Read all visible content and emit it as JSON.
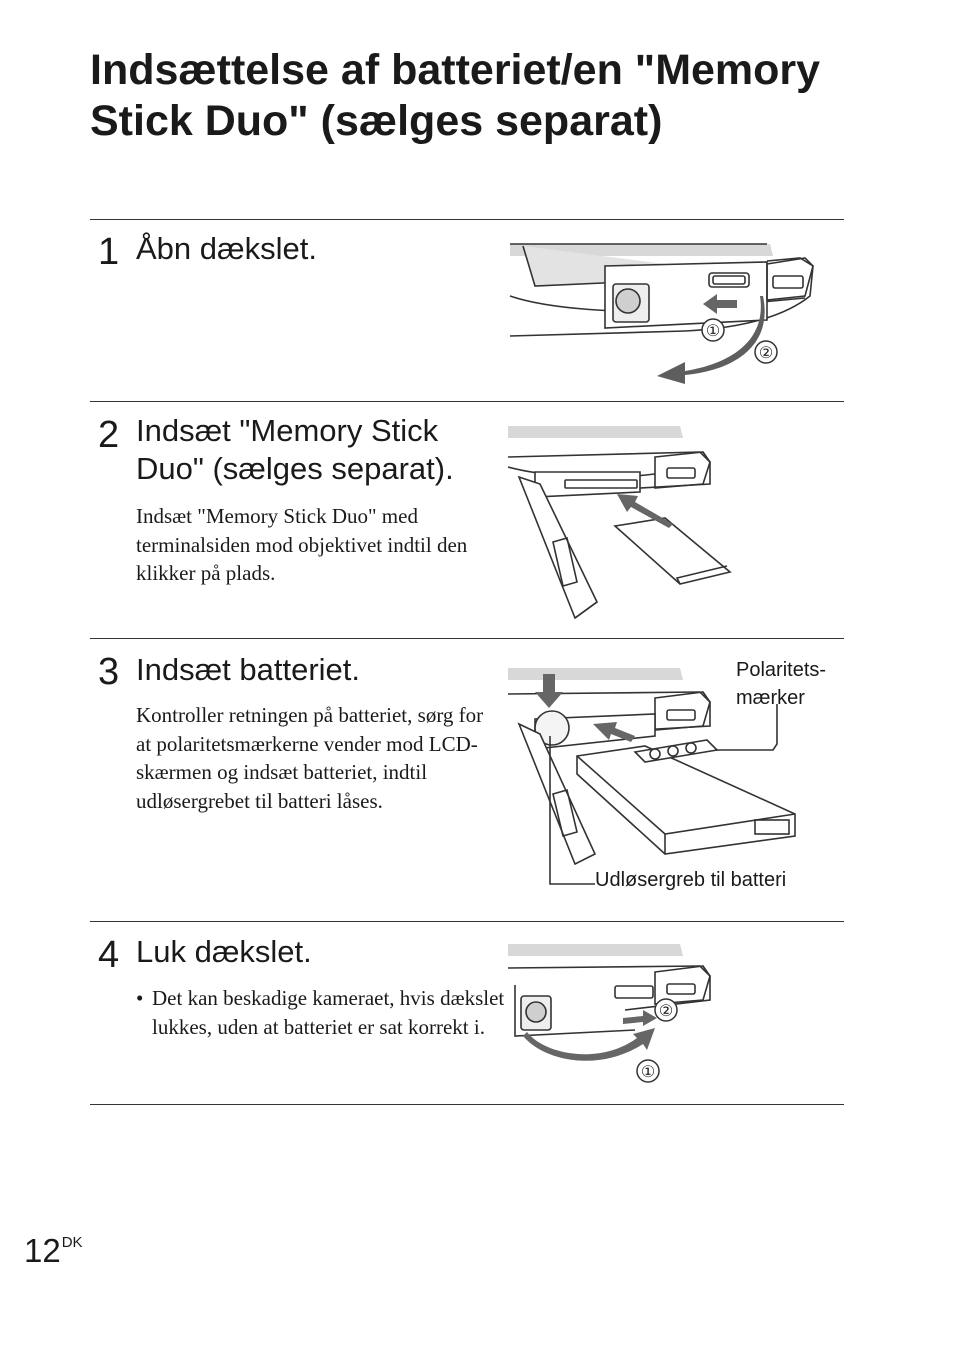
{
  "title": "Indsættelse af batteriet/en \"Memory Stick Duo\" (sælges separat)",
  "steps": [
    {
      "num": "1",
      "heading": "Åbn dækslet."
    },
    {
      "num": "2",
      "heading": "Indsæt \"Memory Stick Duo\" (sælges separat).",
      "body": "Indsæt \"Memory Stick Duo\" med terminalsiden mod objektivet indtil den klikker på plads."
    },
    {
      "num": "3",
      "heading": "Indsæt batteriet.",
      "body": "Kontroller retningen på batteriet, sørg for at polaritetsmærkerne vender mod LCD-skærmen og indsæt batteriet, indtil udløsergrebet til batteri låses."
    },
    {
      "num": "4",
      "heading": "Luk dækslet.",
      "bullet": "Det kan beskadige kameraet, hvis dækslet lukkes, uden at batteriet er sat korrekt i."
    }
  ],
  "illustrations": {
    "step1_markers": [
      "①",
      "②"
    ],
    "step3_callouts": {
      "polarity": "Polaritets-\nmærker",
      "release": "Udløsergreb til batteri"
    },
    "step4_markers": [
      "②",
      "①"
    ]
  },
  "page": {
    "number": "12",
    "suffix": "DK"
  }
}
